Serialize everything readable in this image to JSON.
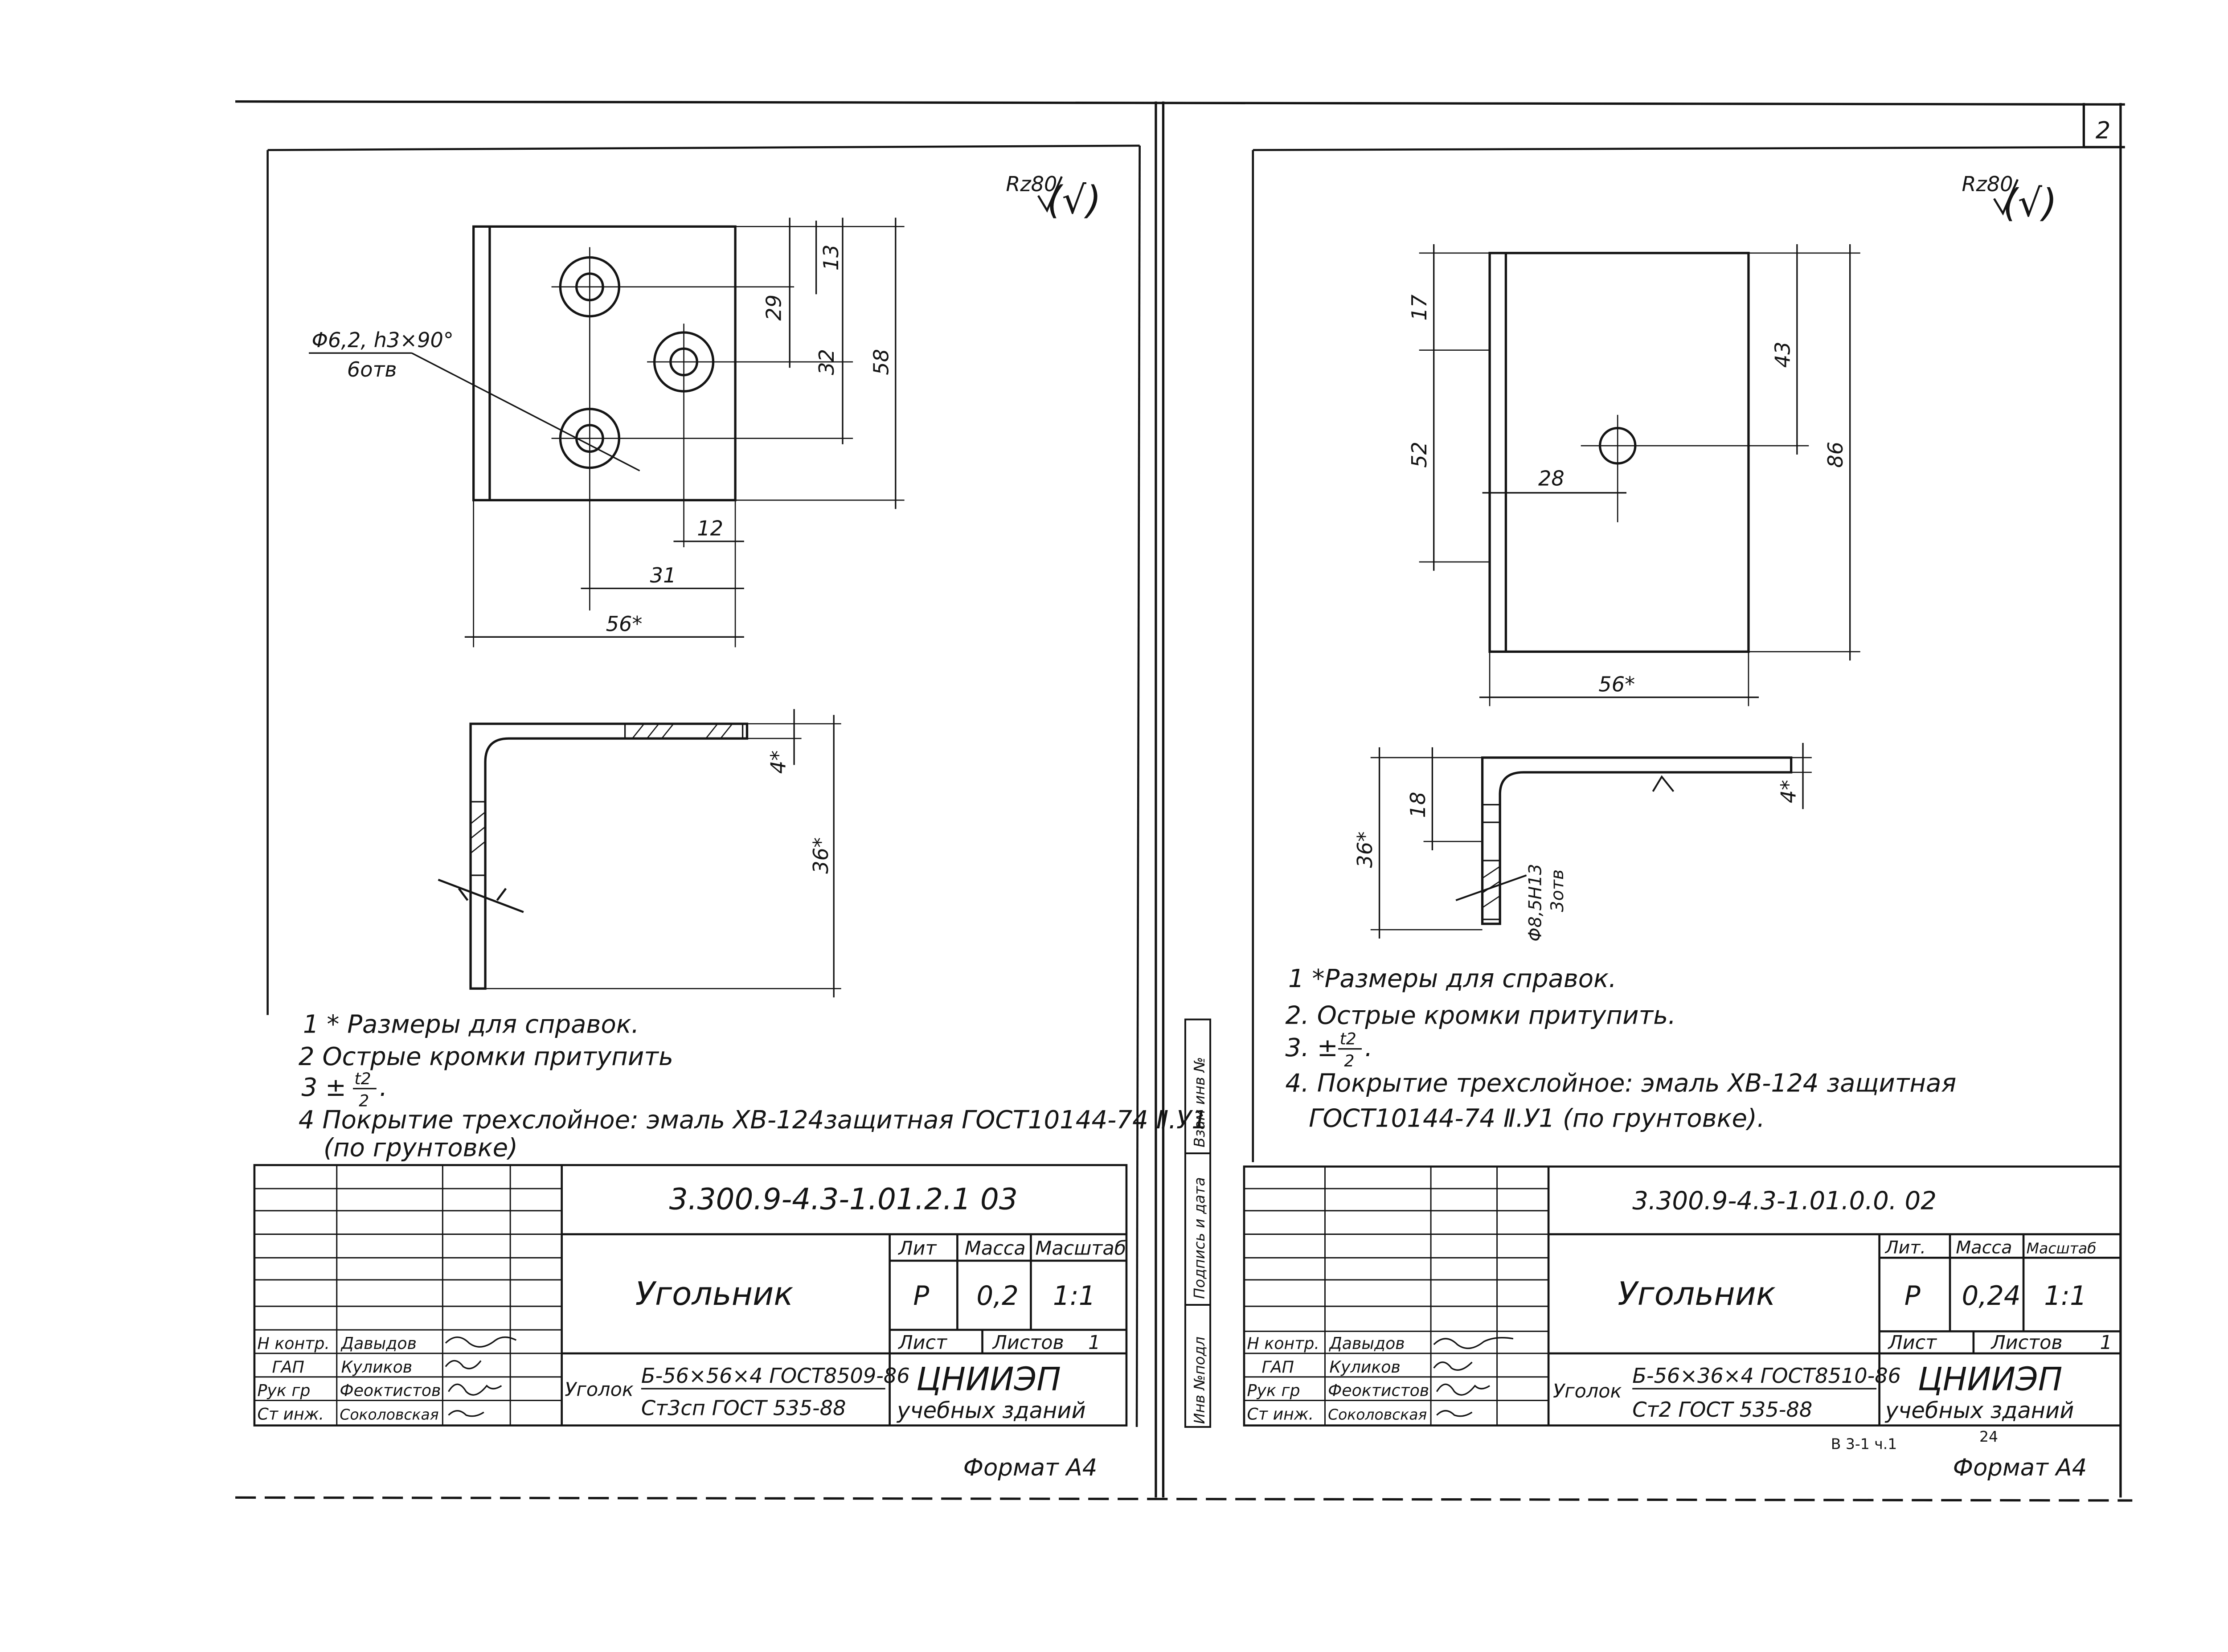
{
  "page_number": "2",
  "left": {
    "roughness": "Rz80",
    "roughness_check": "(√)",
    "hole_callout": "Φ6,2, h3×90°",
    "hole_count": "6отв",
    "dims": {
      "d13": "13",
      "d29": "29",
      "d32": "32",
      "d58": "58",
      "d12": "12",
      "d31": "31",
      "d56": "56*",
      "d4": "4*",
      "d36": "36*"
    },
    "notes": [
      "1 * Размеры для справок.",
      "2 Острые кромки притупить",
      "3 ±",
      "4 Покрытие трехслойное: эмаль ХВ-124защитная ГОСТ10144-74 Ⅱ.У1",
      "(по грунтовке)"
    ],
    "tol_num": "t2",
    "tol_den": "2",
    "tol_end": ".",
    "title_block": {
      "designation": "3.300.9-4.3-1.01.2.1 03",
      "name": "Угольник",
      "lit_hdr": "Лит",
      "mass_hdr": "Масса",
      "scale_hdr": "Масштаб",
      "lit": "Р",
      "mass": "0,2",
      "scale": "1:1",
      "sheet_lbl": "Лист",
      "sheets_lbl": "Листов",
      "sheets_val": "1",
      "roles": [
        "Н контр.",
        "ГАП",
        "Рук гр",
        "Ст инж."
      ],
      "names": [
        "Давыдов",
        "Куликов",
        "Феоктистов",
        "Соколовская"
      ],
      "material_lbl": "Уголок",
      "material_top": "Б-56×56×4 ГОСТ8509-86",
      "material_bot": "Ст3сп ГОСТ 535-88",
      "org1": "ЦНИИЭП",
      "org2": "учебных зданий"
    },
    "format": "Формат А4"
  },
  "right": {
    "roughness": "Rz80",
    "roughness_check": "(√)",
    "dims": {
      "d17": "17",
      "d52": "52",
      "d28": "28",
      "d43": "43",
      "d86": "86",
      "d56": "56*",
      "d18": "18",
      "d36": "36*",
      "d4": "4*"
    },
    "hole_callout": "Φ8,5Н13",
    "hole_count": "3отв",
    "notes": [
      "1 *Размеры для справок.",
      "2. Острые кромки притупить.",
      "3. ±",
      "4. Покрытие трехслойное: эмаль ХВ-124 защитная",
      "ГОСТ10144-74 Ⅱ.У1 (по грунтовке)."
    ],
    "tol_num": "t2",
    "tol_den": "2",
    "tol_end": ".",
    "side_labels": [
      "Инв №подл",
      "Подпись и дата",
      "Взам инв №"
    ],
    "title_block": {
      "designation": "3.300.9-4.3-1.01.0.0. 02",
      "name": "Угольник",
      "lit_hdr": "Лит.",
      "mass_hdr": "Масса",
      "scale_hdr": "Масштаб",
      "lit": "Р",
      "mass": "0,24",
      "scale": "1:1",
      "sheet_lbl": "Лист",
      "sheets_lbl": "Листов",
      "sheets_val": "1",
      "roles": [
        "Н контр.",
        "ГАП",
        "Рук гр",
        "Ст инж."
      ],
      "names": [
        "Давыдов",
        "Куликов",
        "Феоктистов",
        "Соколовская"
      ],
      "material_lbl": "Уголок",
      "material_top": "Б-56×36×4 ГОСТ8510-86",
      "material_bot": "Ст2 ГОСТ 535-88",
      "org1": "ЦНИИЭП",
      "org2": "учебных зданий"
    },
    "series_ref": "В 3-1 ч.1",
    "page_ref": "24",
    "format": "Формат А4"
  }
}
